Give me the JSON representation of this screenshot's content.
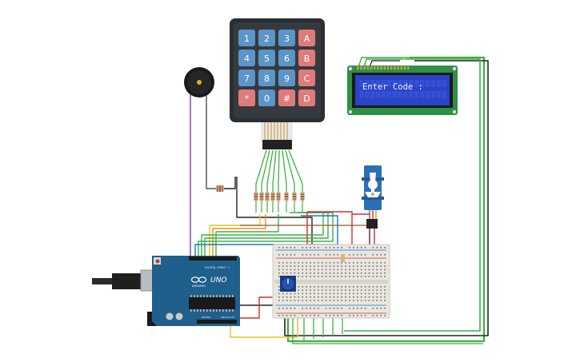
{
  "keypad": {
    "keys": [
      {
        "label": "1",
        "kind": "num"
      },
      {
        "label": "2",
        "kind": "num"
      },
      {
        "label": "3",
        "kind": "num"
      },
      {
        "label": "A",
        "kind": "fn"
      },
      {
        "label": "4",
        "kind": "num"
      },
      {
        "label": "5",
        "kind": "num"
      },
      {
        "label": "6",
        "kind": "num"
      },
      {
        "label": "B",
        "kind": "fn"
      },
      {
        "label": "7",
        "kind": "num"
      },
      {
        "label": "8",
        "kind": "num"
      },
      {
        "label": "9",
        "kind": "num"
      },
      {
        "label": "C",
        "kind": "fn"
      },
      {
        "label": "*",
        "kind": "fn"
      },
      {
        "label": "0",
        "kind": "num"
      },
      {
        "label": "#",
        "kind": "fn"
      },
      {
        "label": "D",
        "kind": "fn"
      }
    ]
  },
  "lcd": {
    "line1": "Enter Code :",
    "line2": ""
  },
  "arduino": {
    "model": "UNO",
    "brand": "ARDUINO",
    "digital_label": "DIGITAL (PWM ~)",
    "power_label": "POWER",
    "analog_label": "ANALOG IN"
  },
  "colors": {
    "wire_green": "#3cb043",
    "wire_red": "#d32f2f",
    "wire_black": "#222222",
    "wire_yellow": "#e6c419",
    "wire_orange": "#f08c1e",
    "wire_blue": "#1e73d2",
    "wire_purple": "#7b3fa0",
    "wire_brown": "#8b5a2b",
    "board_blue": "#1f5f8b",
    "keypad_body": "#2b2f33",
    "key_num": "#5b95c9",
    "key_fn": "#e07b7b",
    "lcd_screen": "#2a43c7",
    "lcd_pcb": "#2f8f46",
    "servo_body": "#2d6fb7"
  }
}
